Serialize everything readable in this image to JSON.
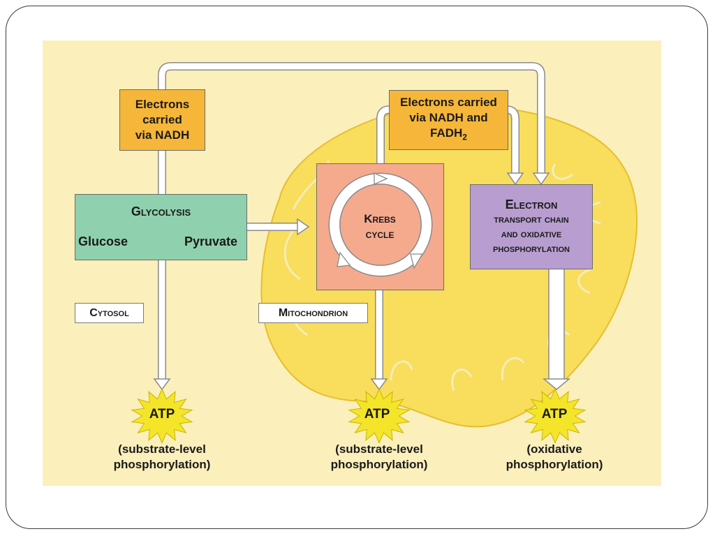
{
  "diagram": {
    "nadh_box": {
      "line1": "Electrons",
      "line2": "carried",
      "line3": "via NADH"
    },
    "nadh_fadh_box": {
      "line1": "Electrons carried",
      "line2": "via NADH and",
      "line3": "FADH",
      "subscript": "2"
    },
    "glycolysis": {
      "title": "Glycolysis",
      "input": "Glucose",
      "output": "Pyruvate"
    },
    "krebs": {
      "line1": "Krebs",
      "line2": "cycle"
    },
    "etc": {
      "line1": "Electron",
      "line2": "transport chain",
      "line3": "and oxidative",
      "line4": "phosphorylation"
    },
    "cytosol_label": "Cytosol",
    "mitochondrion_label": "Mitochondrion",
    "atp_nodes": [
      {
        "label": "ATP",
        "caption1": "(substrate-level",
        "caption2": "phosphorylation)"
      },
      {
        "label": "ATP",
        "caption1": "(substrate-level",
        "caption2": "phosphorylation)"
      },
      {
        "label": "ATP",
        "caption1": "(oxidative",
        "caption2": "phosphorylation)"
      }
    ],
    "colors": {
      "background": "#fbefbb",
      "mitochondrion": "#f9dd5c",
      "orange_box": "#f6b63a",
      "glycolysis": "#8fd1ae",
      "krebs": "#f5aa8e",
      "etc": "#b89ed0",
      "atp_star": "#f4e52a"
    }
  }
}
